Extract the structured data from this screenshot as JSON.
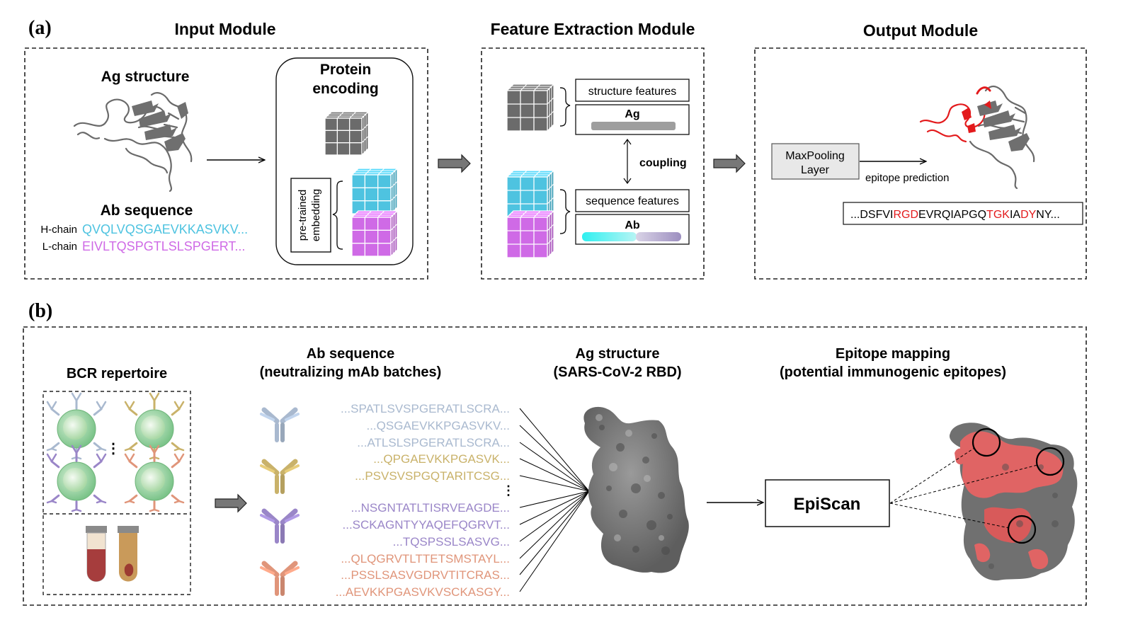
{
  "panel_a": {
    "label": "(a)",
    "input_module": {
      "title": "Input Module",
      "ag_structure": "Ag structure",
      "ab_sequence": "Ab sequence",
      "h_chain_label": "H-chain",
      "h_chain_seq": "QVQLVQSGAEVKKASVKV...",
      "l_chain_label": "L-chain",
      "l_chain_seq": "EIVLTQSPGTLSLSPGERT...",
      "protein_encoding_line1": "Protein",
      "protein_encoding_line2": "encoding",
      "pretrained_line1": "pre-trained",
      "pretrained_line2": "embedding"
    },
    "feature_module": {
      "title": "Feature Extraction Module",
      "structure_features": "structure features",
      "ag": "Ag",
      "coupling": "coupling",
      "sequence_features": "sequence features",
      "ab": "Ab"
    },
    "output_module": {
      "title": "Output Module",
      "maxpool_line1": "MaxPooling",
      "maxpool_line2": "Layer",
      "epitope_prediction": "epitope prediction",
      "seq_parts": [
        {
          "t": "...DSFVI",
          "red": false
        },
        {
          "t": "RGD",
          "red": true
        },
        {
          "t": "EVRQIAPGQ",
          "red": false
        },
        {
          "t": "TGK",
          "red": true
        },
        {
          "t": "IA",
          "red": false
        },
        {
          "t": "DY",
          "red": true
        },
        {
          "t": "NY...",
          "red": false
        }
      ]
    }
  },
  "panel_b": {
    "label": "(b)",
    "bcr_repertoire": "BCR repertoire",
    "dots": "⋮",
    "ab_seq_title1": "Ab sequence",
    "ab_seq_title2": "(neutralizing mAb batches)",
    "ag_struct_title1": "Ag structure",
    "ag_struct_title2": "(SARS-CoV-2 RBD)",
    "epitope_title1": "Epitope mapping",
    "epitope_title2": "(potential immunogenic epitopes)",
    "episcan": "EpiScan",
    "sequences": [
      {
        "t": "...SPATLSVSPGERATLSCRA...",
        "g": 0
      },
      {
        "t": "...QSGAEVKKPGASVKV...",
        "g": 0
      },
      {
        "t": "...ATLSLSPGERATLSCRA...",
        "g": 0
      },
      {
        "t": "...QPGAEVKKPGASVK...",
        "g": 1
      },
      {
        "t": "...PSVSVSPGQTARITCSG...",
        "g": 1
      },
      {
        "t": "...NSGNTATLTISRVEAGDE...",
        "g": 2
      },
      {
        "t": "...SCKAGNTYYAQEFQGRVT...",
        "g": 2
      },
      {
        "t": "...TQSPSSLSASVG...",
        "g": 2
      },
      {
        "t": "...QLQGRVTLTTETSMSTAYL...",
        "g": 3
      },
      {
        "t": "...PSSLSASVGDRVTITCRAS...",
        "g": 3
      },
      {
        "t": "...AEVKKPGASVKVSCKASGY...",
        "g": 3
      }
    ],
    "seq_dots": "⋮"
  },
  "colors": {
    "cyan": "#4ec3e0",
    "magenta": "#cf6ae6",
    "red": "#e31a1c",
    "gray_cube": "#6b6b6b",
    "group_colors": [
      "#a9b9cf",
      "#c9b26a",
      "#9a86c8",
      "#e0957a"
    ]
  }
}
